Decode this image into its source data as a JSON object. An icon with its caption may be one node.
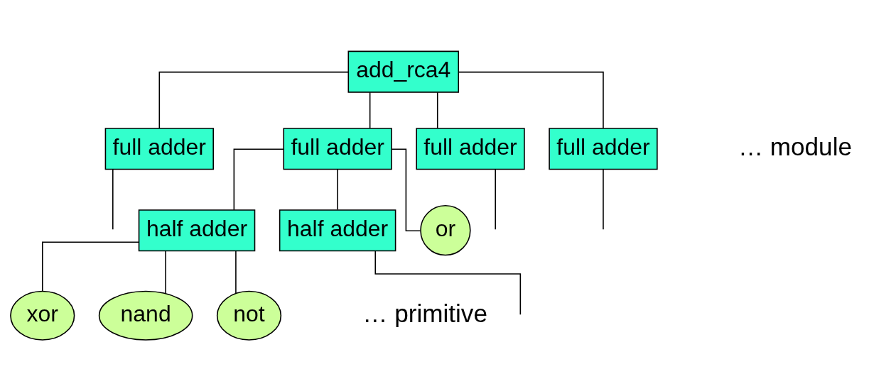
{
  "diagram": {
    "nodes": [
      {
        "text": [
          "add_rca4"
        ]
      },
      {
        "text": [
          "full adder"
        ]
      },
      {
        "text": [
          "full adder"
        ]
      },
      {
        "text": [
          "full adder"
        ]
      },
      {
        "text": [
          "full adder"
        ]
      },
      {
        "text": [
          "half adder"
        ]
      },
      {
        "text": [
          "half adder"
        ]
      },
      {
        "text": [
          "or"
        ]
      },
      {
        "text": [
          "xor"
        ]
      },
      {
        "text": [
          "nand"
        ]
      },
      {
        "text": [
          "not"
        ]
      }
    ],
    "edges": [
      {
        "from": 0,
        "to": 1,
        "arrow": "none"
      },
      {
        "from": 0,
        "to": 2,
        "arrow": "none"
      },
      {
        "from": 0,
        "to": 3,
        "arrow": "none"
      },
      {
        "from": 0,
        "to": 4,
        "arrow": "none"
      },
      {
        "from": 1,
        "to": null,
        "arrow": "none"
      },
      {
        "from": 2,
        "to": 5,
        "arrow": "none"
      },
      {
        "from": 2,
        "to": 6,
        "arrow": "none"
      },
      {
        "from": 2,
        "to": 7,
        "arrow": "none"
      },
      {
        "from": 3,
        "to": null,
        "arrow": "none"
      },
      {
        "from": 4,
        "to": null,
        "arrow": "none"
      },
      {
        "from": 5,
        "to": 8,
        "arrow": "none"
      },
      {
        "from": 5,
        "to": 9,
        "arrow": "none"
      },
      {
        "from": 5,
        "to": 10,
        "arrow": "none"
      },
      {
        "from": 6,
        "to": null,
        "arrow": "none"
      }
    ],
    "labels": [
      "… module",
      "… primitive"
    ]
  }
}
